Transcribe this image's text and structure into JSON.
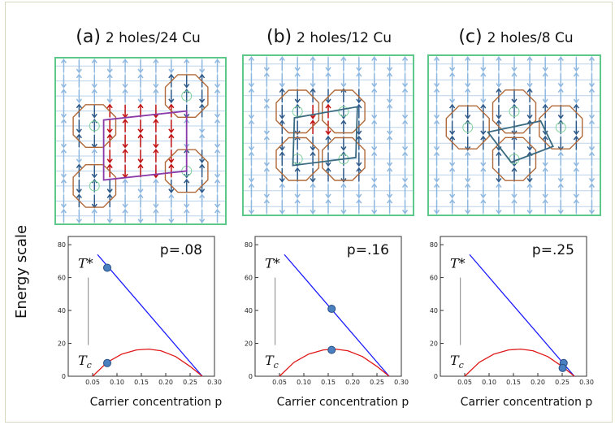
{
  "panels": [
    {
      "tag": "(a)",
      "subtitle": "2 holes/24 Cu",
      "p_label": "p=.08"
    },
    {
      "tag": "(b)",
      "subtitle": "2 holes/12 Cu",
      "p_label": "p=.16"
    },
    {
      "tag": "(c)",
      "subtitle": "2 holes/8 Cu",
      "p_label": "p=.25"
    }
  ],
  "y_axis_label": "Energy scale",
  "x_axis_label": "Carrier concentration p",
  "curve_labels": {
    "tstar": "T*",
    "tc": "T",
    "tc_sub": "c"
  },
  "colors": {
    "tstar_line": "#1a1aff",
    "tc_dome": "#e01818",
    "marker": "#4a7fc0",
    "lattice_arrow": "#8fb8e0",
    "octagon": "#b06a3a",
    "frame": "#5cc98a"
  },
  "chart_data": [
    {
      "type": "line",
      "xlim": [
        0,
        0.3
      ],
      "ylim": [
        0,
        85
      ],
      "xticks": [
        "0.05",
        "0.10",
        "0.15",
        "0.20",
        "0.25",
        "0.30"
      ],
      "yticks": [
        "0",
        "20",
        "40",
        "60",
        "80"
      ],
      "series": [
        {
          "x": [
            0.06,
            0.275
          ],
          "y": [
            74,
            0
          ]
        },
        {
          "x": [
            0.05,
            0.08,
            0.11,
            0.14,
            0.165,
            0.19,
            0.22,
            0.25,
            0.275
          ],
          "y": [
            0,
            8.5,
            13.5,
            16,
            16.5,
            15.5,
            12,
            6,
            0
          ]
        }
      ],
      "points": [
        {
          "x": 0.08,
          "y": 66
        },
        {
          "x": 0.08,
          "y": 8
        }
      ],
      "annotation": "p=.08"
    },
    {
      "type": "line",
      "xlim": [
        0,
        0.3
      ],
      "ylim": [
        0,
        85
      ],
      "xticks": [
        "0.05",
        "0.10",
        "0.15",
        "0.20",
        "0.25",
        "0.30"
      ],
      "yticks": [
        "0",
        "20",
        "40",
        "60",
        "80"
      ],
      "series": [
        {
          "x": [
            0.06,
            0.275
          ],
          "y": [
            74,
            0
          ]
        },
        {
          "x": [
            0.05,
            0.08,
            0.11,
            0.14,
            0.165,
            0.19,
            0.22,
            0.25,
            0.275
          ],
          "y": [
            0,
            8.5,
            13.5,
            16,
            16.5,
            15.5,
            12,
            6,
            0
          ]
        }
      ],
      "points": [
        {
          "x": 0.157,
          "y": 41
        },
        {
          "x": 0.157,
          "y": 16
        }
      ],
      "annotation": "p=.16"
    },
    {
      "type": "line",
      "xlim": [
        0,
        0.3
      ],
      "ylim": [
        0,
        85
      ],
      "xticks": [
        "0.05",
        "0.10",
        "0.15",
        "0.20",
        "0.25",
        "0.30"
      ],
      "yticks": [
        "0",
        "20",
        "40",
        "60",
        "80"
      ],
      "series": [
        {
          "x": [
            0.06,
            0.275
          ],
          "y": [
            74,
            0
          ]
        },
        {
          "x": [
            0.05,
            0.08,
            0.11,
            0.14,
            0.165,
            0.19,
            0.22,
            0.25,
            0.275
          ],
          "y": [
            0,
            8.5,
            13.5,
            16,
            16.5,
            15.5,
            12,
            6,
            0
          ]
        }
      ],
      "points": [
        {
          "x": 0.253,
          "y": 8
        },
        {
          "x": 0.251,
          "y": 5
        }
      ],
      "annotation": "p=.25"
    }
  ]
}
